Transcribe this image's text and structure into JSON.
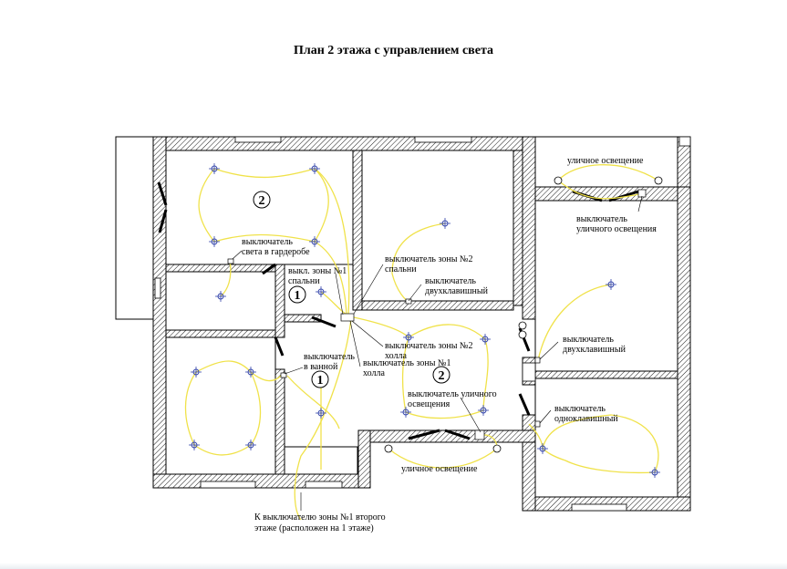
{
  "title": "План 2 этажа с управлением света",
  "labels": {
    "street_light_top": "уличное освещение",
    "street_switch_label_1": "выключатель",
    "street_switch_label_2": "уличного освещения",
    "wardrobe_switch_1": "выключатель",
    "wardrobe_switch_2": "света в гардеробе",
    "bedroom_zone1_1": "выкл. зоны №1",
    "bedroom_zone1_2": "спальни",
    "bedroom_zone2_1": "выключатель зоны №2",
    "bedroom_zone2_2": "спальни",
    "double_switch_mid_1": "выключатель",
    "double_switch_mid_2": "двухклавишный",
    "double_switch_right_1": "выключатель",
    "double_switch_right_2": "двухклавишный",
    "hall_zone2_1": "выключатель зоны №2",
    "hall_zone2_2": "холла",
    "hall_zone1_1": "выключатель зоны №1",
    "hall_zone1_2": "холла",
    "bathroom_1": "выключатель",
    "bathroom_2": "в ванной",
    "street_switch2_1": "выключатель уличного",
    "street_switch2_2": "освещения",
    "single_switch_1": "выключатель",
    "single_switch_2": "одноклавишный",
    "street_light_bottom": "уличное освещение",
    "note_1": "К выключателю зоны №1 второго",
    "note_2": "этаже (расположен на 1 этаже)"
  },
  "zones": {
    "bedroom_2": "2",
    "bedroom_1": "1",
    "hall_1": "1",
    "hall_2": "2"
  }
}
